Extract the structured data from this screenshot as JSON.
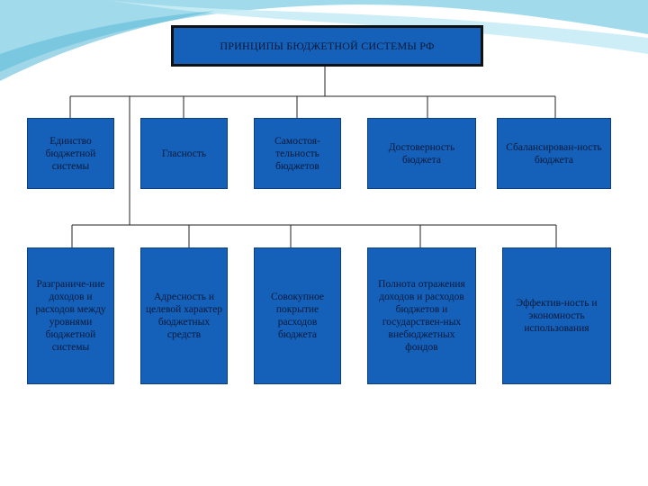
{
  "diagram": {
    "title": "ПРИНЦИПЫ БЮДЖЕТНОЙ СИСТЕМЫ РФ",
    "row1": [
      "Единство бюджетной системы",
      "Гласность",
      "Самостоя-тельность бюджетов",
      "Достоверность бюджета",
      "Сбалансирован-ность бюджета"
    ],
    "row2": [
      "Разграниче-ние доходов и расходов между уровнями бюджетной системы",
      "Адресность и целевой характер бюджетных средств",
      "Совокупное покрытие расходов бюджета",
      "Полнота отражения доходов и расходов бюджетов и государствен-ных внебюджетных фондов",
      "Эффектив-ность и экономность использования"
    ]
  },
  "colors": {
    "box_fill": "#1560b8",
    "text": "#0a1a3a",
    "connector": "#222222",
    "background_swoosh": "#8fd3e8"
  }
}
